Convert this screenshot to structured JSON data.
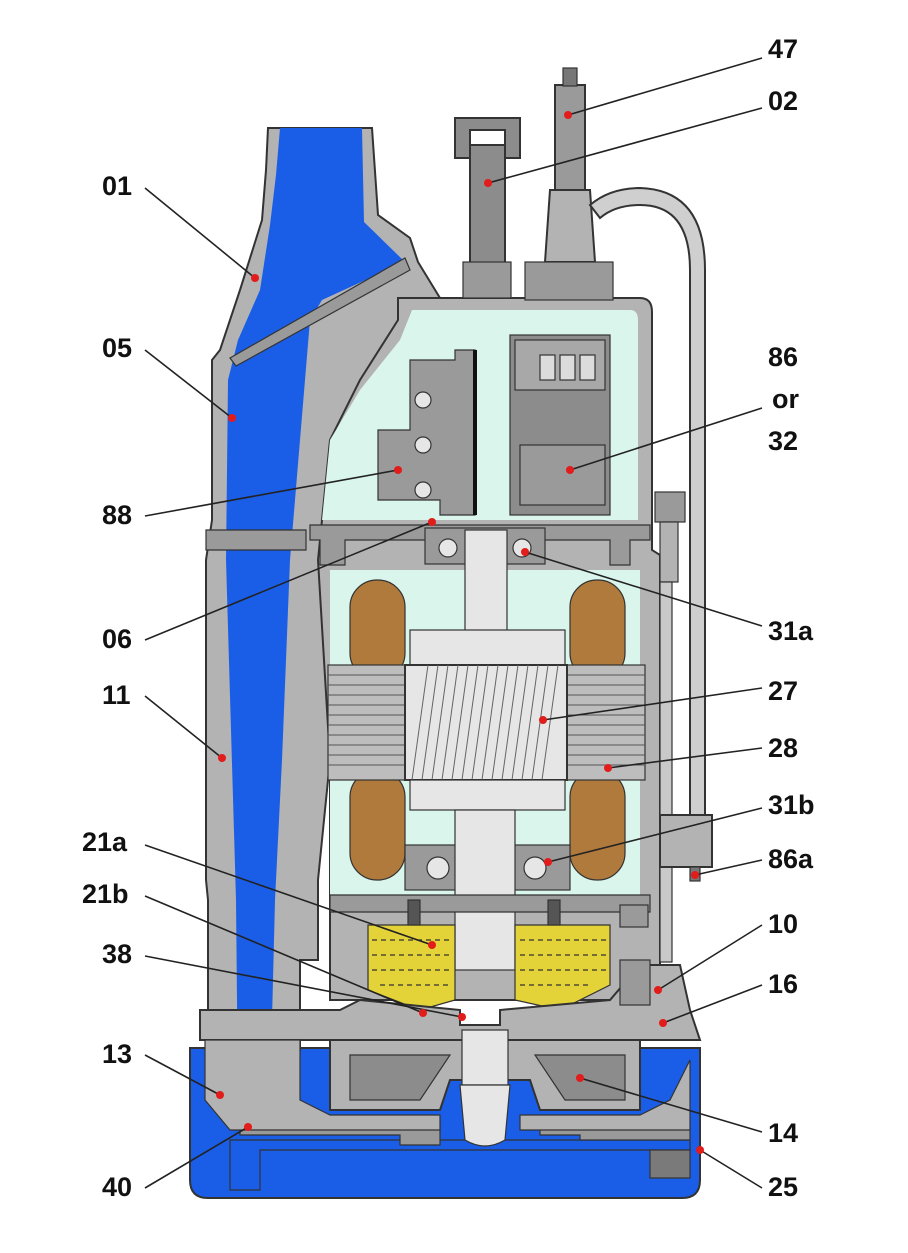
{
  "labels": {
    "p01": "01",
    "p05": "05",
    "p88": "88",
    "p06": "06",
    "p11": "11",
    "p21a": "21a",
    "p21b": "21b",
    "p38": "38",
    "p13": "13",
    "p40": "40",
    "p47": "47",
    "p02": "02",
    "p86": "86",
    "p_or": "or",
    "p32": "32",
    "p31a": "31a",
    "p27": "27",
    "p28": "28",
    "p31b": "31b",
    "p86a": "86a",
    "p10": "10",
    "p16": "16",
    "p14": "14",
    "p25": "25"
  },
  "colors": {
    "water": "#1a5ee8",
    "housing": "#b3b3b3",
    "dark_part": "#8c8c8c",
    "motor_space": "#d9f5ec",
    "winding": "#b07a3c",
    "oil": "#e3d238",
    "steel": "#e6e6e6",
    "callout_dot": "#e21b1b"
  }
}
